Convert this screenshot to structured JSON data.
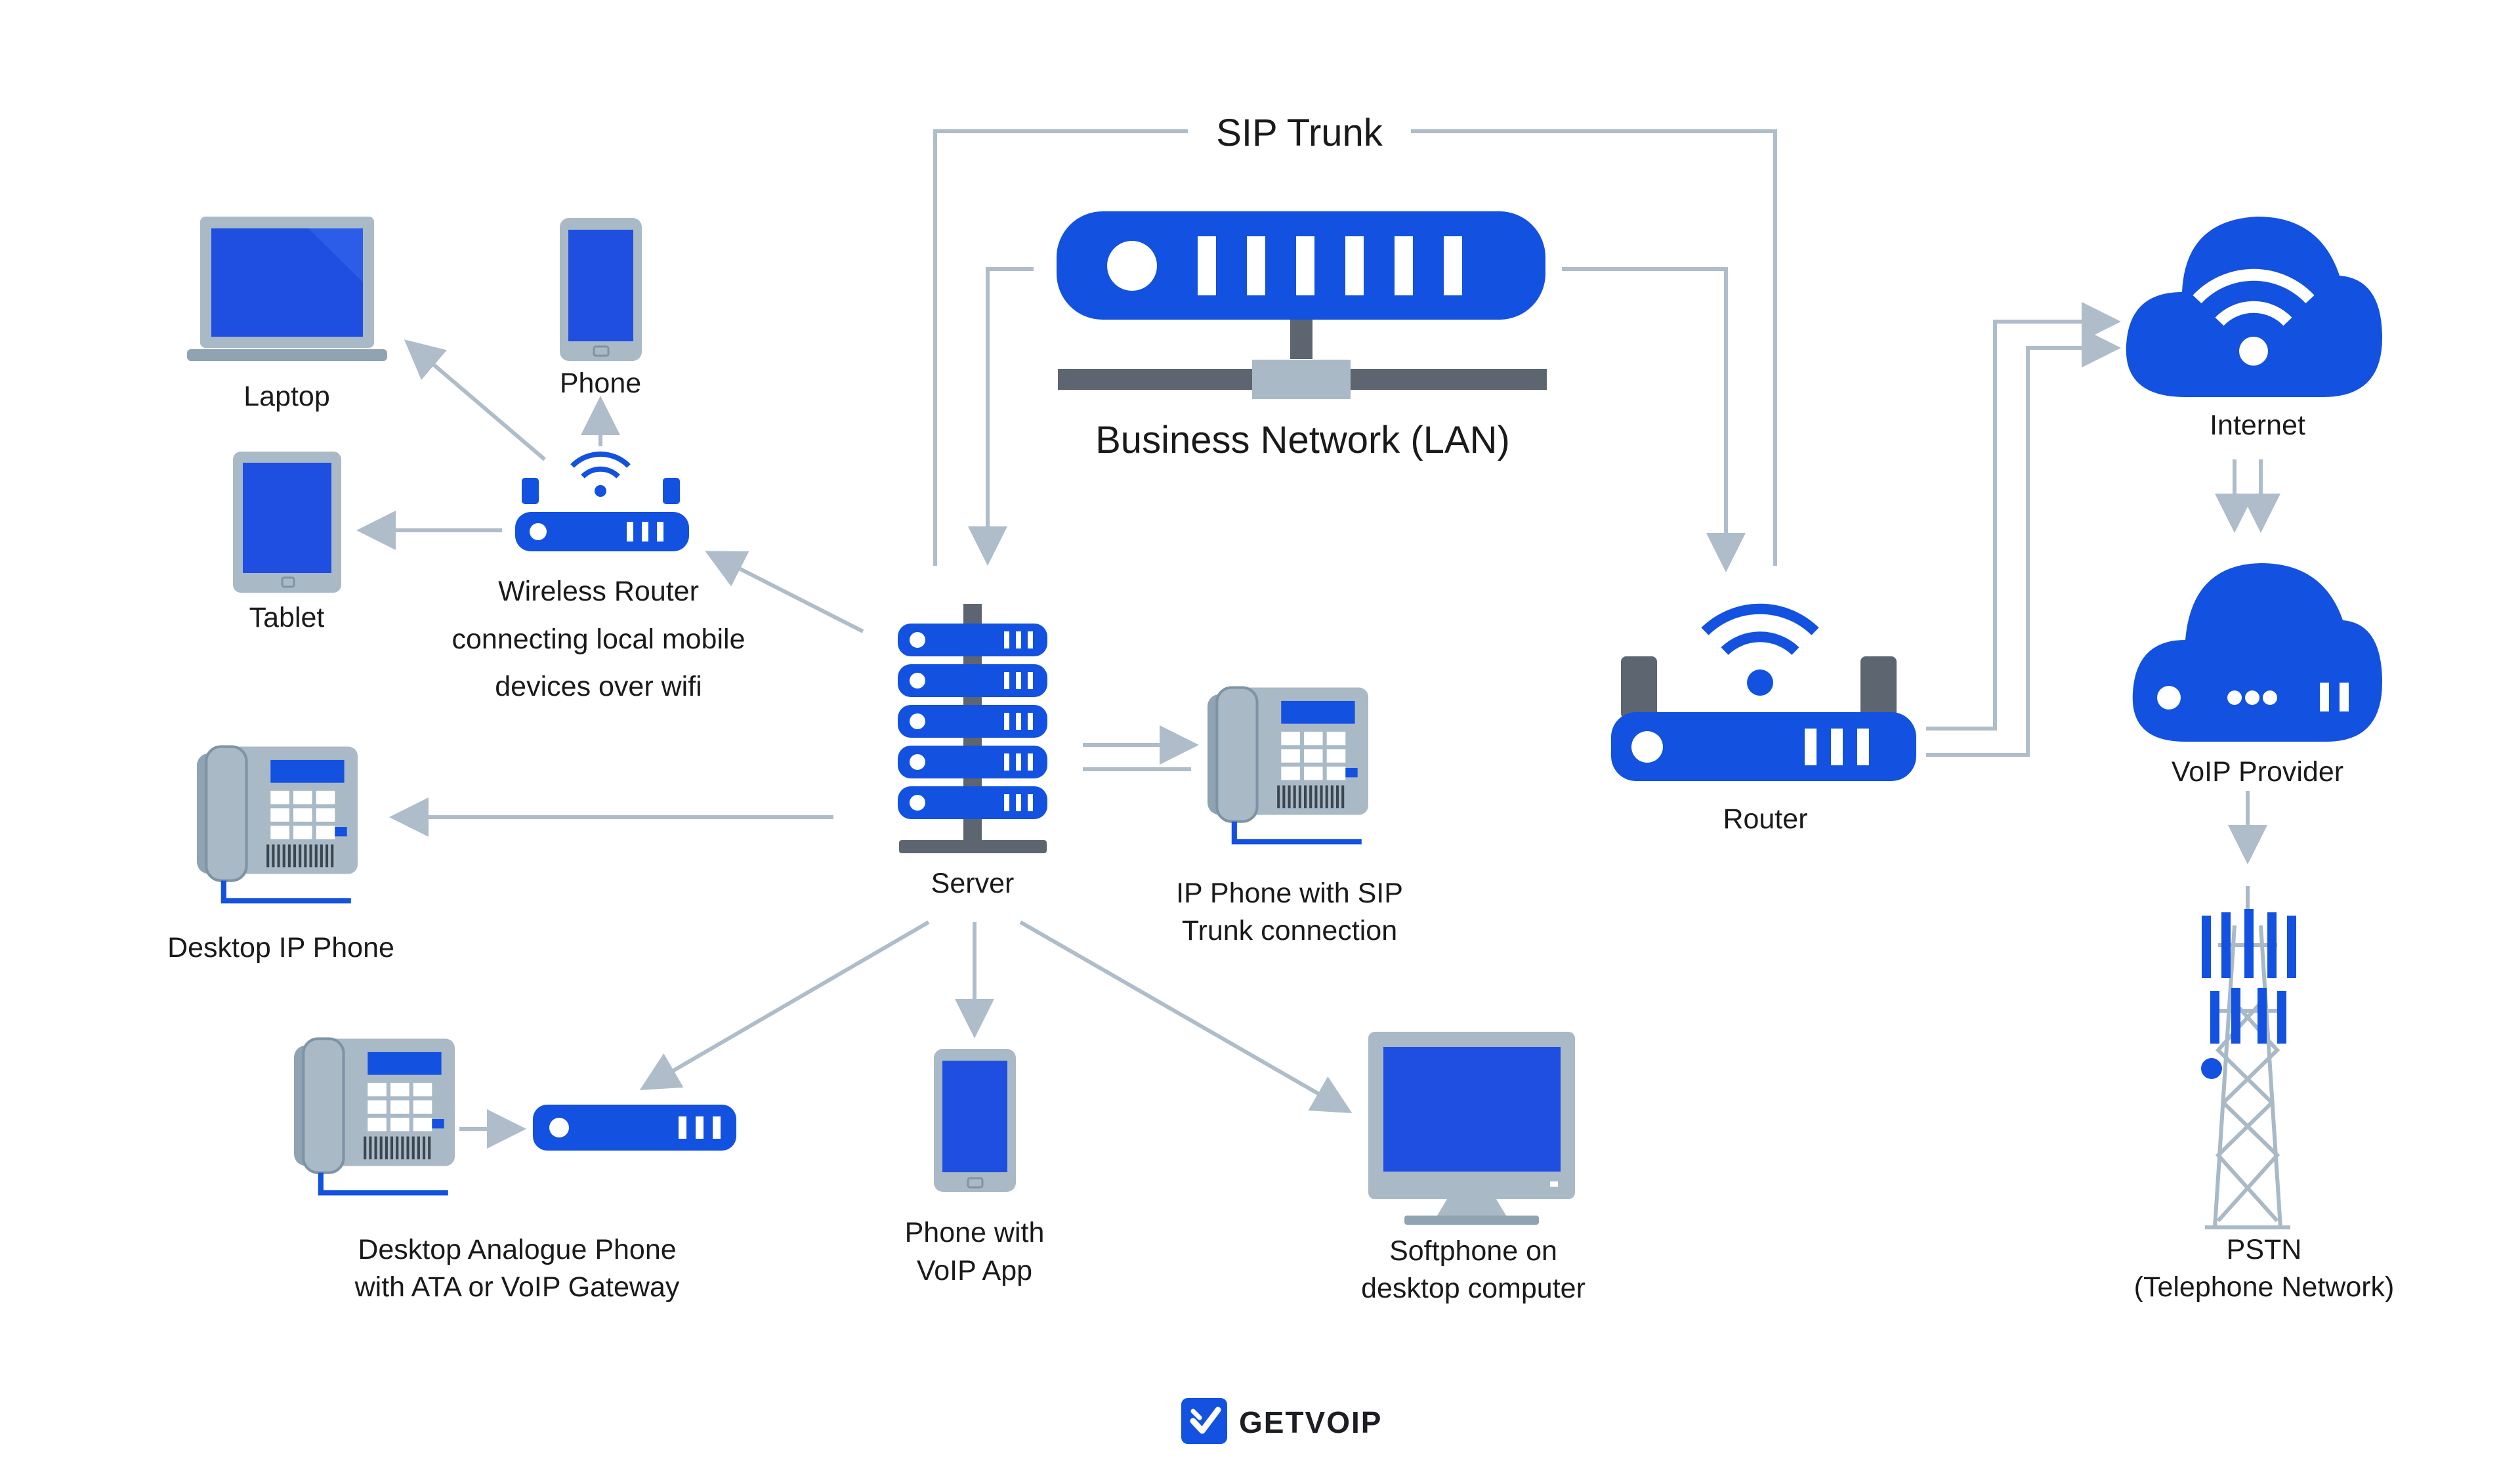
{
  "diagram": {
    "colors": {
      "blue": "#1351e0",
      "screen": "#1e4fe0",
      "gray": "#a9b9c6",
      "dark": "#5d6670",
      "arrow": "#aebdc9",
      "text": "#1a1a1a"
    },
    "title_top": "SIP Trunk",
    "lan_label": "Business Network (LAN)",
    "nodes": {
      "laptop": "Laptop",
      "phone": "Phone",
      "tablet": "Tablet",
      "wireless_router": [
        "Wireless Router",
        "connecting local mobile",
        "devices over wifi"
      ],
      "desktop_ip_phone": "Desktop IP Phone",
      "server": "Server",
      "ip_phone_sip": [
        "IP Phone with SIP",
        "Trunk connection"
      ],
      "analogue_phone": [
        "Desktop Analogue Phone",
        "with ATA or VoIP Gateway"
      ],
      "voip_app_phone": [
        "Phone with",
        "VoIP App"
      ],
      "softphone": [
        "Softphone on",
        "desktop computer"
      ],
      "router": "Router",
      "internet": "Internet",
      "voip_provider": "VoIP Provider",
      "pstn": [
        "PSTN",
        "(Telephone Network)"
      ]
    },
    "icons": [
      "laptop-icon",
      "phone-icon",
      "tablet-icon",
      "wifi-router-icon",
      "desk-phone-icon",
      "server-icon",
      "lan-switch-icon",
      "router-icon",
      "cloud-wifi-icon",
      "cloud-server-icon",
      "cell-tower-icon",
      "ata-gateway-icon",
      "monitor-icon",
      "logo-check-icon"
    ],
    "brand": "GETVOIP"
  }
}
